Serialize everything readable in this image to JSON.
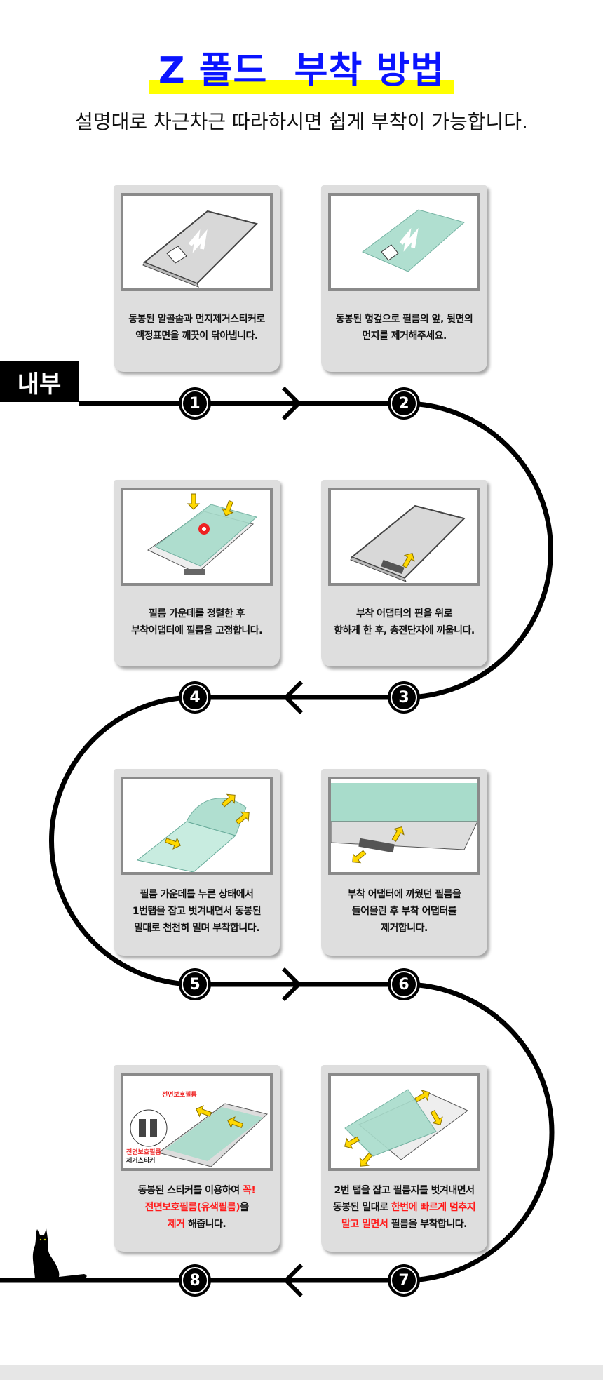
{
  "header": {
    "title": "Z 폴드  부착 방법",
    "subtitle": "설명대로 차근차근 따라하시면 쉽게 부착이 가능합니다."
  },
  "section_label": "내부",
  "colors": {
    "title": "#0a14ff",
    "highlight": "#ffff00",
    "emphasis": "#ff1a1a",
    "film": "#a8dccb",
    "card": "#dedede"
  },
  "steps": [
    {
      "number": "1",
      "illustration": "tablet-cleaning",
      "lines": [
        [
          {
            "text": "동봉된 알콜솜과 먼지제거스티커로"
          }
        ],
        [
          {
            "text": "액정표면을 깨끗이 닦아냅니다."
          }
        ]
      ]
    },
    {
      "number": "2",
      "illustration": "film-wiping",
      "lines": [
        [
          {
            "text": "동봉된 헝겊으로 필름의 앞, 뒷면의"
          }
        ],
        [
          {
            "text": "먼지를 제거해주세요."
          }
        ]
      ]
    },
    {
      "number": "3",
      "illustration": "adapter-insert",
      "lines": [
        [
          {
            "text": "부착 어댑터의 핀을 위로"
          }
        ],
        [
          {
            "text": "향하게 한 후, 충전단자에 끼웁니다."
          }
        ]
      ]
    },
    {
      "number": "4",
      "illustration": "film-align",
      "lines": [
        [
          {
            "text": "필름 가운데를 정렬한 후"
          }
        ],
        [
          {
            "text": "부착어댑터에 필름을 고정합니다."
          }
        ]
      ]
    },
    {
      "number": "5",
      "illustration": "peel-tab-1",
      "lines": [
        [
          {
            "text": "필름 가운데를 누른 상태에서"
          }
        ],
        [
          {
            "text": "1번탭을 잡고 벗겨내면서 동봉된"
          }
        ],
        [
          {
            "text": "밀대로 천천히 밀며 부착합니다."
          }
        ]
      ]
    },
    {
      "number": "6",
      "illustration": "adapter-remove",
      "lines": [
        [
          {
            "text": "부착 어댑터에 끼웠던 필름을"
          }
        ],
        [
          {
            "text": "들어올린 후 부착 어댑터를"
          }
        ],
        [
          {
            "text": "제거합니다."
          }
        ]
      ]
    },
    {
      "number": "7",
      "illustration": "peel-tab-2",
      "lines": [
        [
          {
            "text": "2번 탭을 잡고 필름지를 벗겨내면서"
          }
        ],
        [
          {
            "text": "동봉된 밀대로 "
          },
          {
            "text": "한번에 빠르게 멈추지",
            "red": true
          }
        ],
        [
          {
            "text": "말고 밀면서",
            "red": true
          },
          {
            "text": " 필름을 부착합니다."
          }
        ]
      ]
    },
    {
      "number": "8",
      "illustration": "front-film-remove",
      "image_labels": {
        "front_film": "전면보호필름",
        "front_film_2": "전면보호필름",
        "sticker": "제거스티커"
      },
      "lines": [
        [
          {
            "text": "동봉된 스티커를 이용하여 "
          },
          {
            "text": "꼭!",
            "red": true
          }
        ],
        [
          {
            "text": "전면보호필름(유색필름)",
            "red": true
          },
          {
            "text": "을"
          }
        ],
        [
          {
            "text": "제거",
            "red": true
          },
          {
            "text": " 해줍니다."
          }
        ]
      ]
    }
  ]
}
